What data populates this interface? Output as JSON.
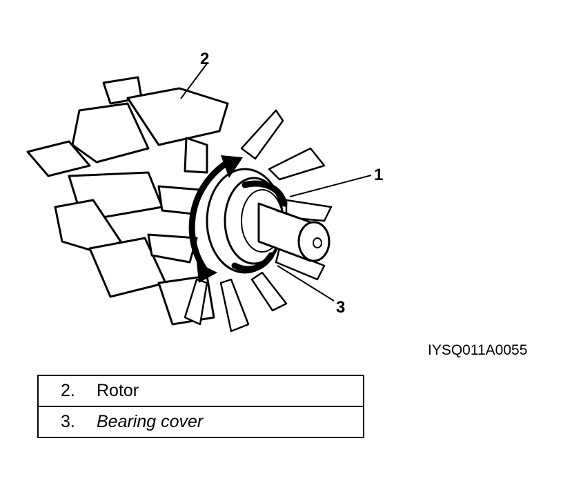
{
  "callouts": {
    "c1": "1",
    "c2": "2",
    "c3": "3"
  },
  "figure_id": "IYSQ011A0055",
  "legend": [
    {
      "num": "2.",
      "label": "Rotor"
    },
    {
      "num": "3.",
      "label": "Bearing cover"
    }
  ]
}
